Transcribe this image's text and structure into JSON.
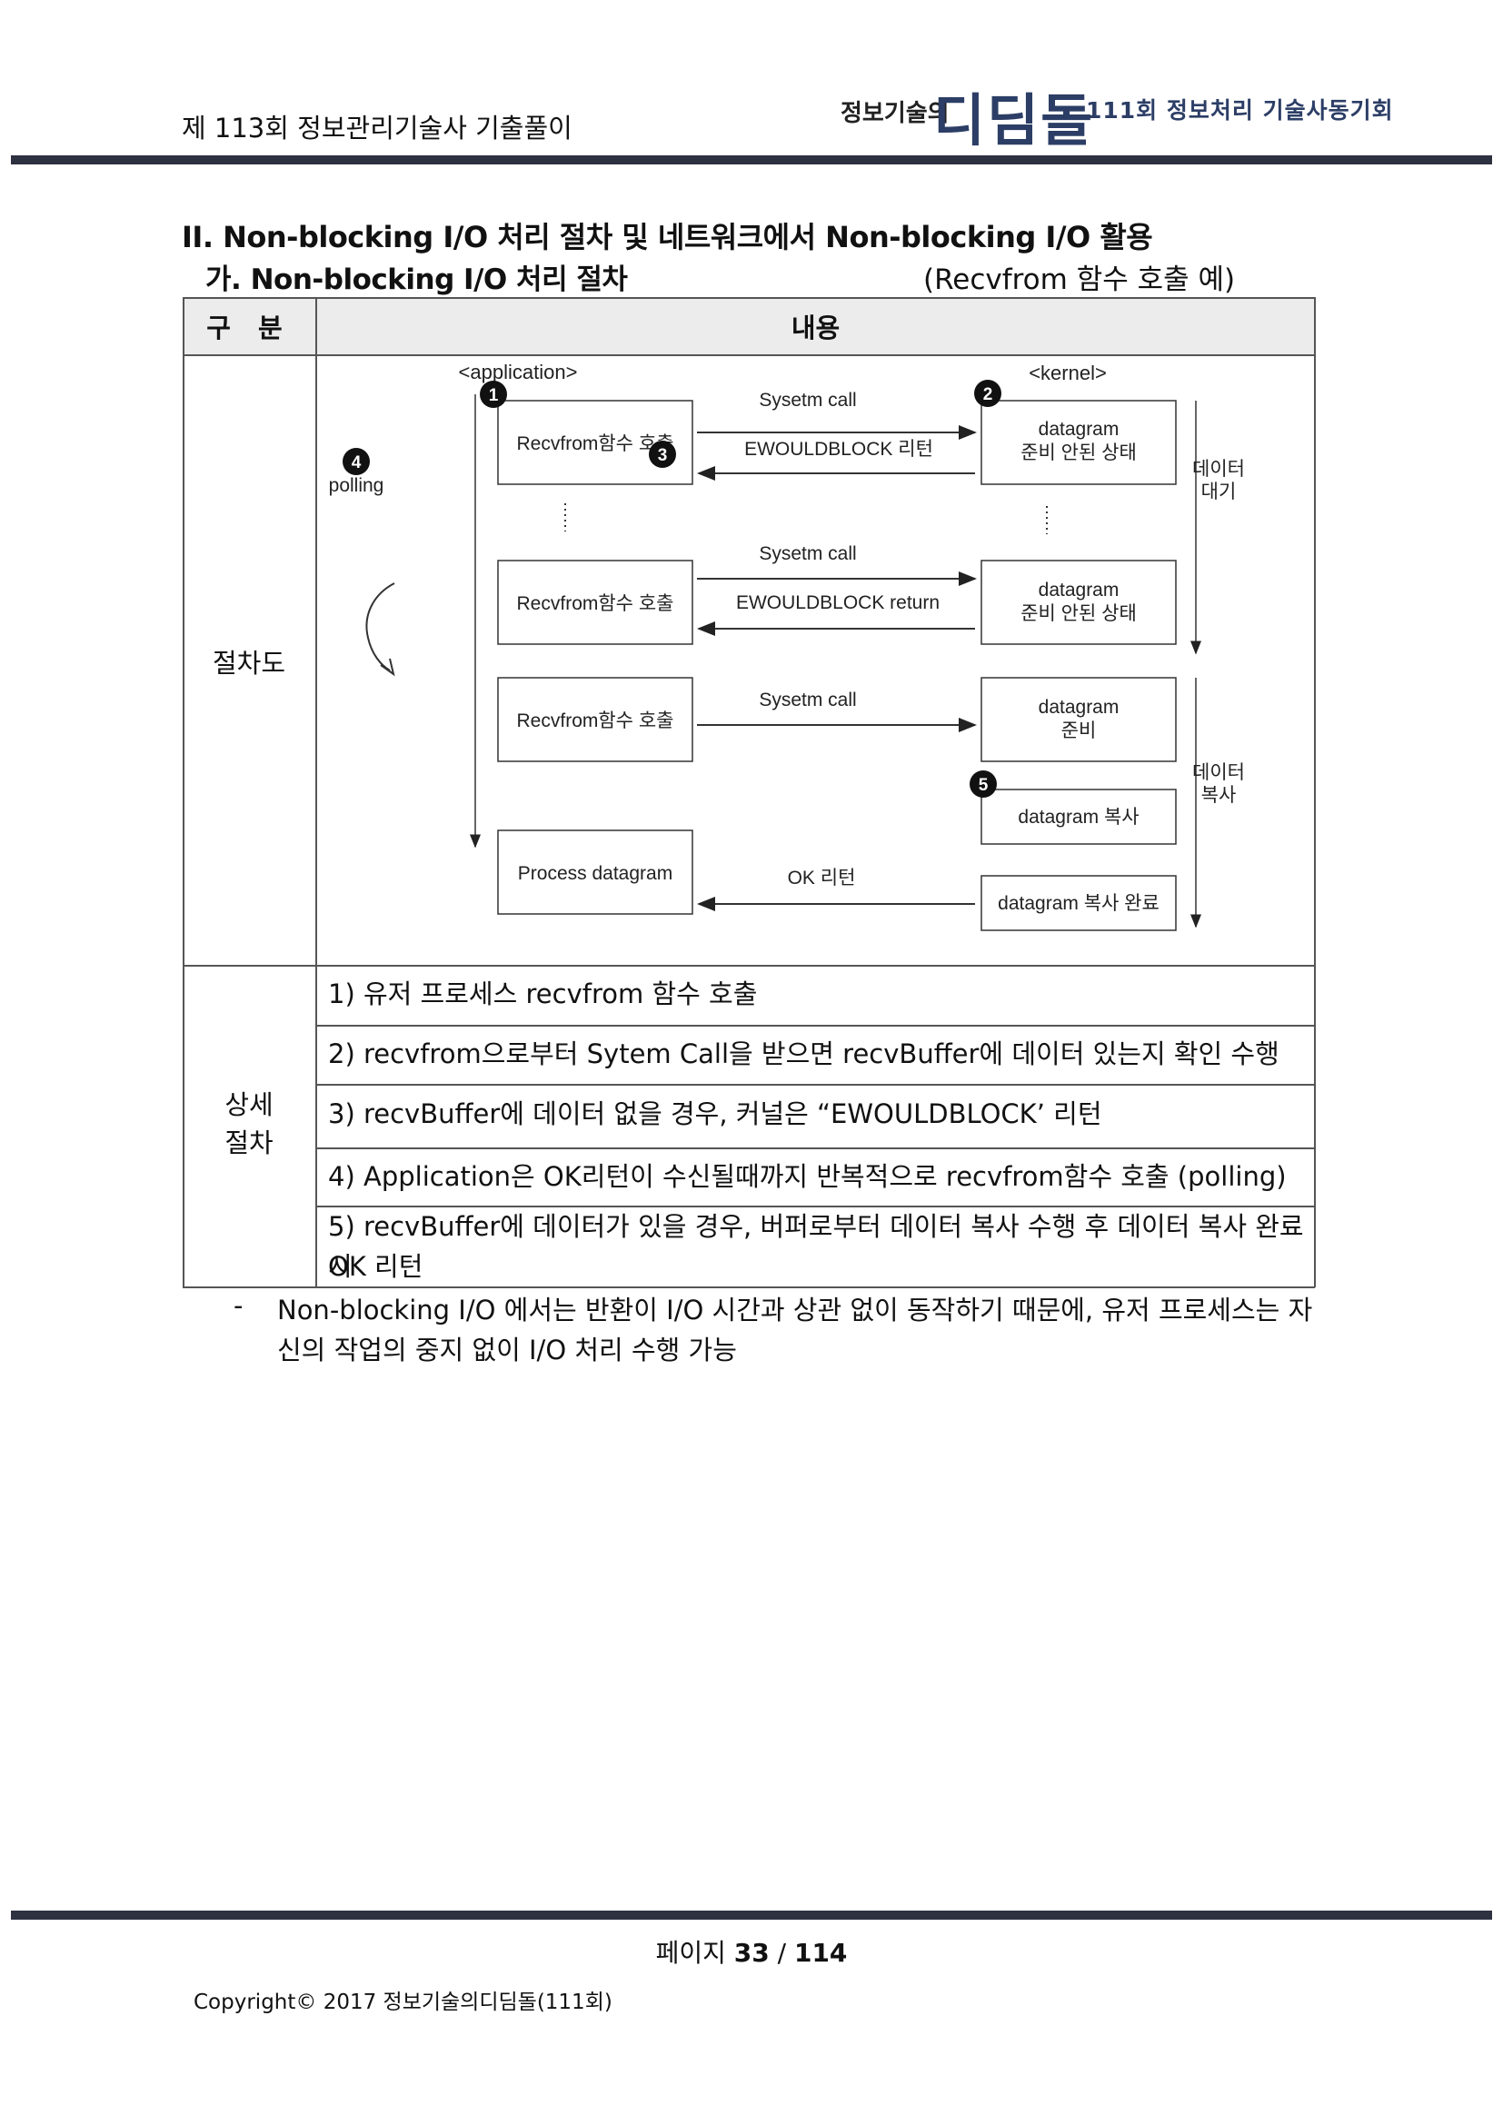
{
  "header": {
    "title": "제 113회 정보관리기술사 기출풀이",
    "logo_prefix": "정보기술의",
    "logo_main": "디딤돌",
    "logo_sub": "111회 정보처리 기술사동기회"
  },
  "section": {
    "title": "II. Non-blocking I/O 처리 절차 및 네트워크에서 Non-blocking I/O 활용",
    "subtitle": "가. Non-blocking I/O 처리 절차",
    "subtitle_note": "(Recvfrom 함수 호출 예)"
  },
  "table": {
    "col_header_1": "구 분",
    "col_header_2": "내용",
    "row_procedure_label": "절차도",
    "row_detail_label_line1": "상세",
    "row_detail_label_line2": "절차",
    "steps": [
      "1) 유저 프로세스 recvfrom 함수 호출",
      "2) recvfrom으로부터 Sytem Call을 받으면 recvBuffer에 데이터 있는지 확인 수행",
      "3) recvBuffer에 데이터 없을 경우, 커널은 “EWOULDBLOCK’ 리턴",
      "4) Application은 OK리턴이 수신될때까지 반복적으로 recvfrom함수 호출 (polling)",
      "5) recvBuffer에 데이터가 있을 경우, 버퍼로부터 데이터 복사 수행 후 데이터 복사 완료 시",
      "OK 리턴"
    ]
  },
  "diagram": {
    "app_label": "<application>",
    "kernel_label": "<kernel>",
    "polling_label": "polling",
    "badges": [
      "1",
      "2",
      "3",
      "4",
      "5"
    ],
    "app_boxes": [
      "Recvfrom함수 호출",
      "Recvfrom함수 호출",
      "Recvfrom함수 호출",
      "Process datagram"
    ],
    "kernel_box1_l1": "datagram",
    "kernel_box1_l2": "준비 안된 상태",
    "kernel_box2_l1": "datagram",
    "kernel_box2_l2": "준비 안된 상태",
    "kernel_box3_l1": "datagram",
    "kernel_box3_l2": "준비",
    "kernel_box4": "datagram 복사",
    "kernel_box5": "datagram 복사 완료",
    "arrow_syscall_1": "Sysetm call",
    "arrow_ewould_1": "EWOULDBLOCK 리턴",
    "arrow_syscall_2": "Sysetm call",
    "arrow_ewould_2": "EWOULDBLOCK return",
    "arrow_syscall_3": "Sysetm call",
    "arrow_ok": "OK 리턴",
    "wait_l1": "데이터",
    "wait_l2": "대기",
    "copy_l1": "데이터",
    "copy_l2": "복사"
  },
  "summary": {
    "bullet": "-",
    "text": "Non-blocking I/O 에서는 반환이 I/O 시간과 상관 없이 동작하기 때문에, 유저 프로세스는 자신의 작업의 중지 없이 I/O 처리 수행 가능"
  },
  "footer": {
    "page_label": "페이지",
    "page_current": "33",
    "page_sep": "/",
    "page_total": "114",
    "copyright": "Copyright© 2017 정보기술의디딤돌(111회)"
  },
  "colors": {
    "rule": "#2d3140",
    "logo": "#2c3e66",
    "header_bg": "#ececec",
    "badge": "#111111"
  }
}
